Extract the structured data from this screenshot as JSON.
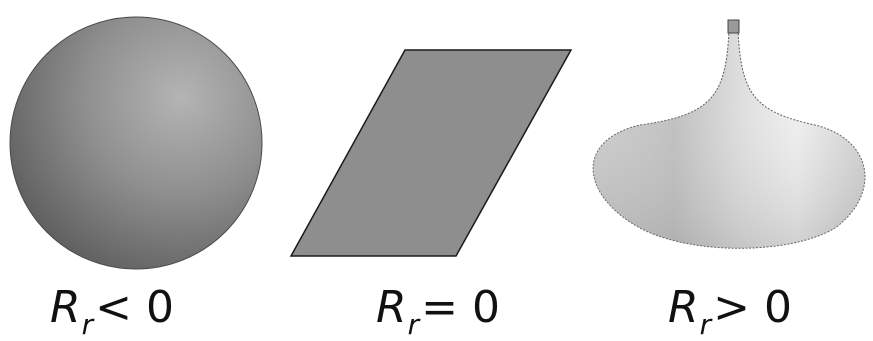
{
  "panels": [
    {
      "shape": "sphere",
      "label": {
        "var": "R",
        "sub": "r",
        "relation": "< 0"
      }
    },
    {
      "shape": "plane",
      "label": {
        "var": "R",
        "sub": "r",
        "relation": "= 0"
      }
    },
    {
      "shape": "pseudosphere",
      "label": {
        "var": "R",
        "sub": "r",
        "relation": "> 0"
      }
    }
  ]
}
